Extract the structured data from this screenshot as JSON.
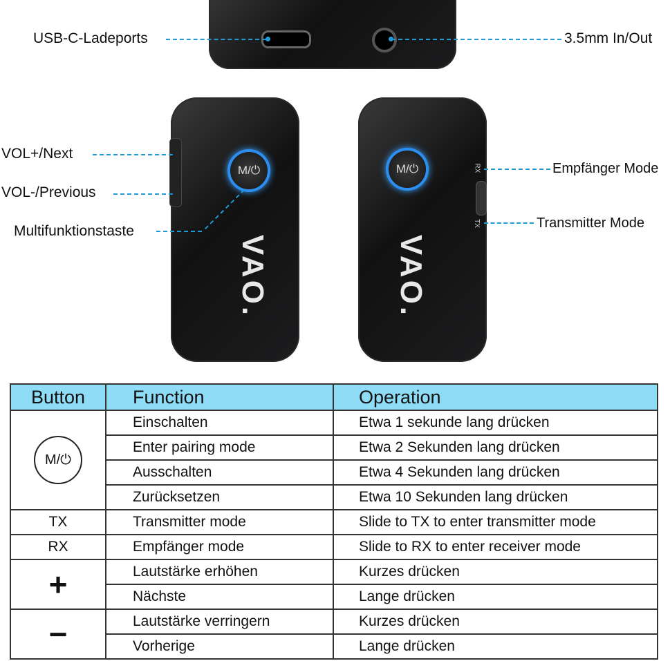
{
  "labels": {
    "usb": "USB-C-Ladeports",
    "jack": "3.5mm In/Out",
    "vol_up": "VOL+/Next",
    "vol_down": "VOL-/Previous",
    "multi": "Multifunktionstaste",
    "rx_mode": "Empfänger Mode",
    "tx_mode": "Transmitter Mode"
  },
  "device": {
    "button": "M/⏻",
    "logo": "VAO.",
    "rx": "RX",
    "tx": "TX"
  },
  "table": {
    "headers": [
      "Button",
      "Function",
      "Operation"
    ],
    "groups": [
      {
        "button": "M/⏻",
        "rows": [
          [
            "Einschalten",
            "Etwa 1 sekunde lang drücken"
          ],
          [
            "Enter pairing mode",
            "Etwa 2 Sekunden lang drücken"
          ],
          [
            "Ausschalten",
            "Etwa 4 Sekunden lang drücken"
          ],
          [
            "Zurücksetzen",
            "Etwa 10 Sekunden lang drücken"
          ]
        ]
      },
      {
        "button": "TX",
        "rows": [
          [
            "Transmitter mode",
            "Slide to TX to enter transmitter mode"
          ]
        ]
      },
      {
        "button": "RX",
        "rows": [
          [
            "Empfänger mode",
            "Slide to RX to enter receiver mode"
          ]
        ]
      },
      {
        "button": "+",
        "rows": [
          [
            "Lautstärke erhöhen",
            "Kurzes drücken"
          ],
          [
            "Nächste",
            "Lange drücken"
          ]
        ]
      },
      {
        "button": "−",
        "rows": [
          [
            "Lautstärke verringern",
            "Kurzes drücken"
          ],
          [
            "Vorherige",
            "Lange drücken"
          ]
        ]
      }
    ]
  }
}
